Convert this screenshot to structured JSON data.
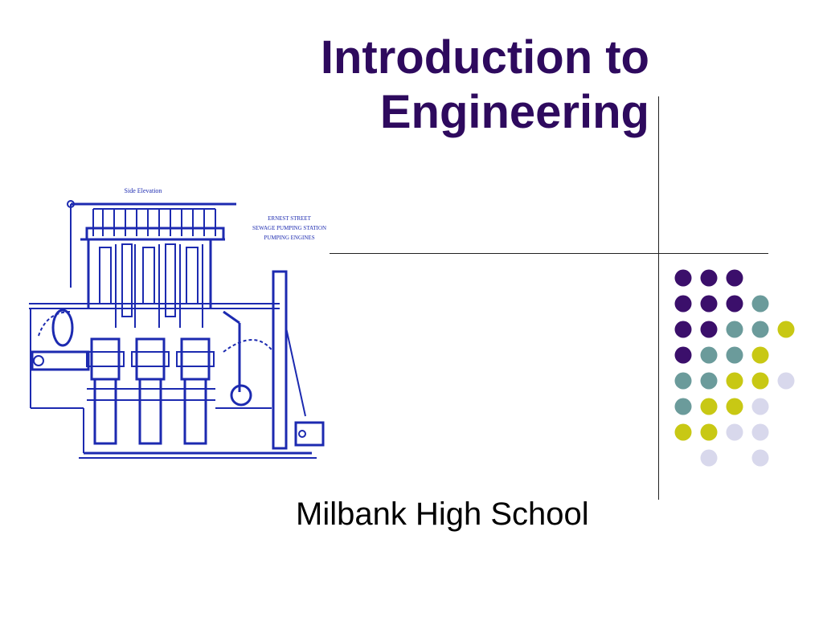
{
  "slide": {
    "title_lines": [
      "Introduction to",
      "Engineering"
    ],
    "subtitle": "Milbank High School"
  },
  "drawing": {
    "caption": "Side Elevation",
    "label_lines": [
      "ERNEST STREET",
      "SEWAGE PUMPING STATION",
      "PUMPING ENGINES"
    ],
    "line_color": "#1c2ab0"
  },
  "colors": {
    "title": "#2e0a5e",
    "dot_purple": "#3b0f6b",
    "dot_teal": "#6b9b9b",
    "dot_yellow": "#c8c814",
    "dot_lavender": "#d8d8ec"
  },
  "dot_grid": [
    [
      "purple",
      "purple",
      "purple",
      "",
      "",
      ""
    ],
    [
      "purple",
      "purple",
      "purple",
      "teal",
      "",
      ""
    ],
    [
      "purple",
      "purple",
      "teal",
      "teal",
      "yellow",
      ""
    ],
    [
      "purple",
      "teal",
      "teal",
      "yellow",
      "",
      ""
    ],
    [
      "teal",
      "teal",
      "yellow",
      "yellow",
      "lavender",
      ""
    ],
    [
      "teal",
      "yellow",
      "yellow",
      "lavender",
      "",
      ""
    ],
    [
      "yellow",
      "yellow",
      "lavender",
      "lavender",
      "",
      ""
    ],
    [
      "",
      "lavender",
      "",
      "lavender",
      "",
      ""
    ]
  ]
}
